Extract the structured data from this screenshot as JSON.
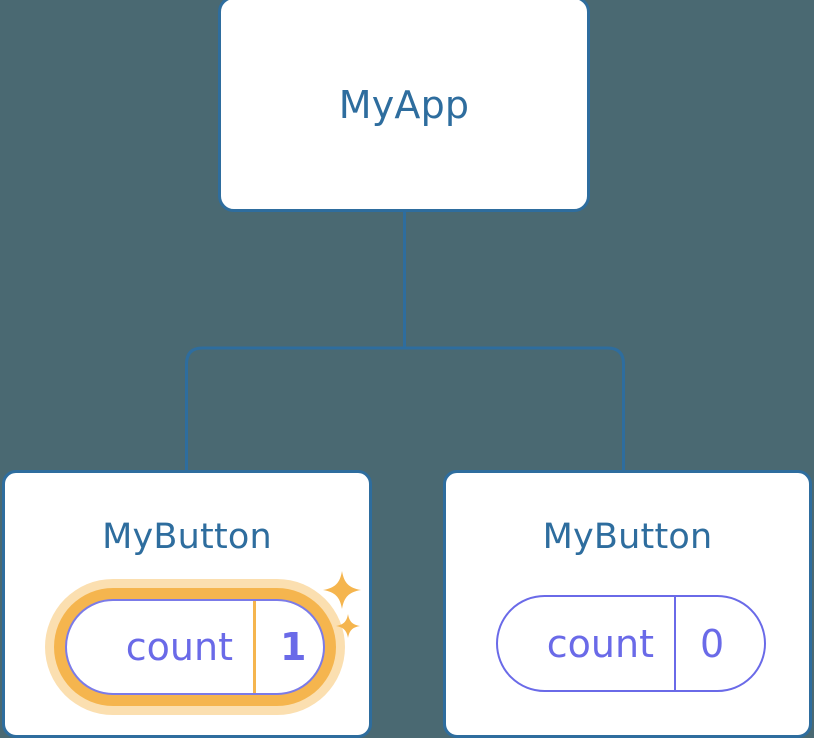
{
  "diagram": {
    "type": "component-tree",
    "background_color": "#4a6972",
    "node_border_color": "#2e6d9e",
    "node_fill_color": "#ffffff",
    "connector_color": "#2e6d9e",
    "prop_color": "#6a6ae8",
    "highlight_color": "#f5b54e",
    "highlight_halo_color": "#fbdfb0",
    "root": {
      "title": "MyApp"
    },
    "children": [
      {
        "title": "MyButton",
        "highlighted": true,
        "prop": {
          "name": "count",
          "value": "1"
        },
        "sparkles": [
          {
            "name": "sparkle-large-icon"
          },
          {
            "name": "sparkle-small-icon"
          }
        ]
      },
      {
        "title": "MyButton",
        "highlighted": false,
        "prop": {
          "name": "count",
          "value": "0"
        }
      }
    ]
  }
}
